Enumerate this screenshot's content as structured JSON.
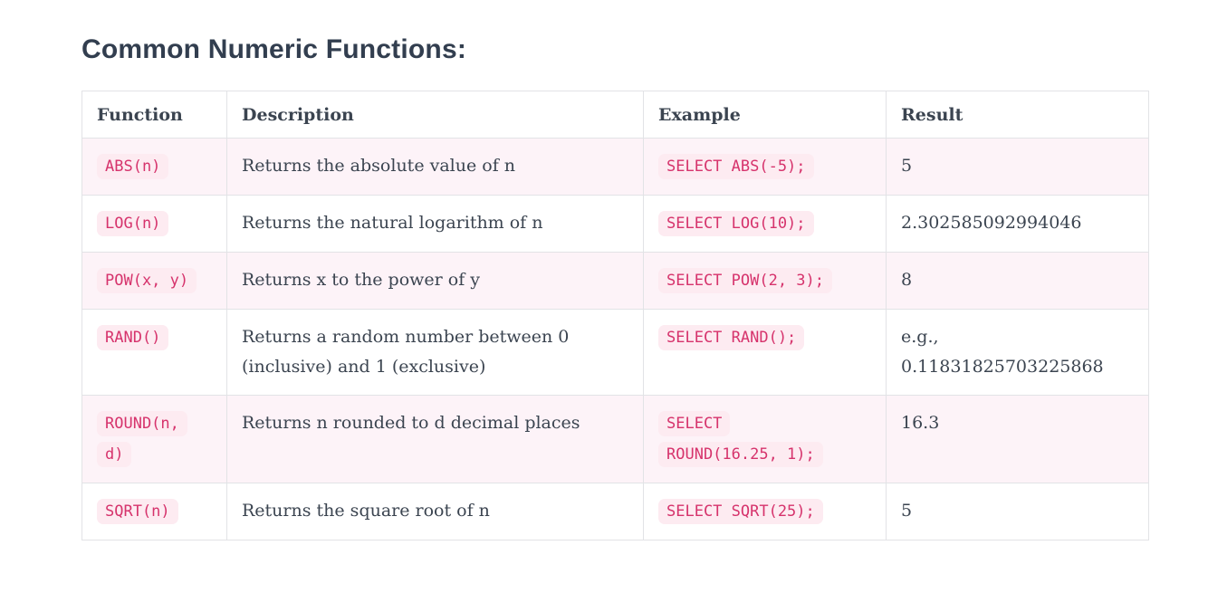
{
  "page": {
    "title": "Common Numeric Functions:"
  },
  "table": {
    "columns": [
      "Function",
      "Description",
      "Example",
      "Result"
    ],
    "rows": [
      {
        "function": "ABS(n)",
        "description": "Returns the absolute value of n",
        "example": "SELECT ABS(-5);",
        "result": "5"
      },
      {
        "function": "LOG(n)",
        "description": "Returns the natural logarithm of n",
        "example": "SELECT LOG(10);",
        "result": "2.302585092994046"
      },
      {
        "function": "POW(x, y)",
        "description": "Returns x to the power of y",
        "example": "SELECT POW(2, 3);",
        "result": "8"
      },
      {
        "function": "RAND()",
        "description": "Returns a random number between 0 (inclusive) and 1 (exclusive)",
        "example": "SELECT RAND();",
        "result": "e.g.,\n0.11831825703225868"
      },
      {
        "function": "ROUND(n,\nd)",
        "description": "Returns n rounded to d decimal places",
        "example": "SELECT\nROUND(16.25, 1);",
        "result": "16.3"
      },
      {
        "function": "SQRT(n)",
        "description": "Returns the square root of n",
        "example": "SELECT SQRT(25);",
        "result": "5"
      }
    ]
  },
  "colors": {
    "accent_code": "#d6336c",
    "code_pill_bg": "#fdebf1",
    "row_stripe_bg": "#fdf3f8",
    "heading_text": "#323e4f",
    "body_text": "#3b4450",
    "border": "#e2e3e6",
    "page_bg": "#ffffff"
  }
}
